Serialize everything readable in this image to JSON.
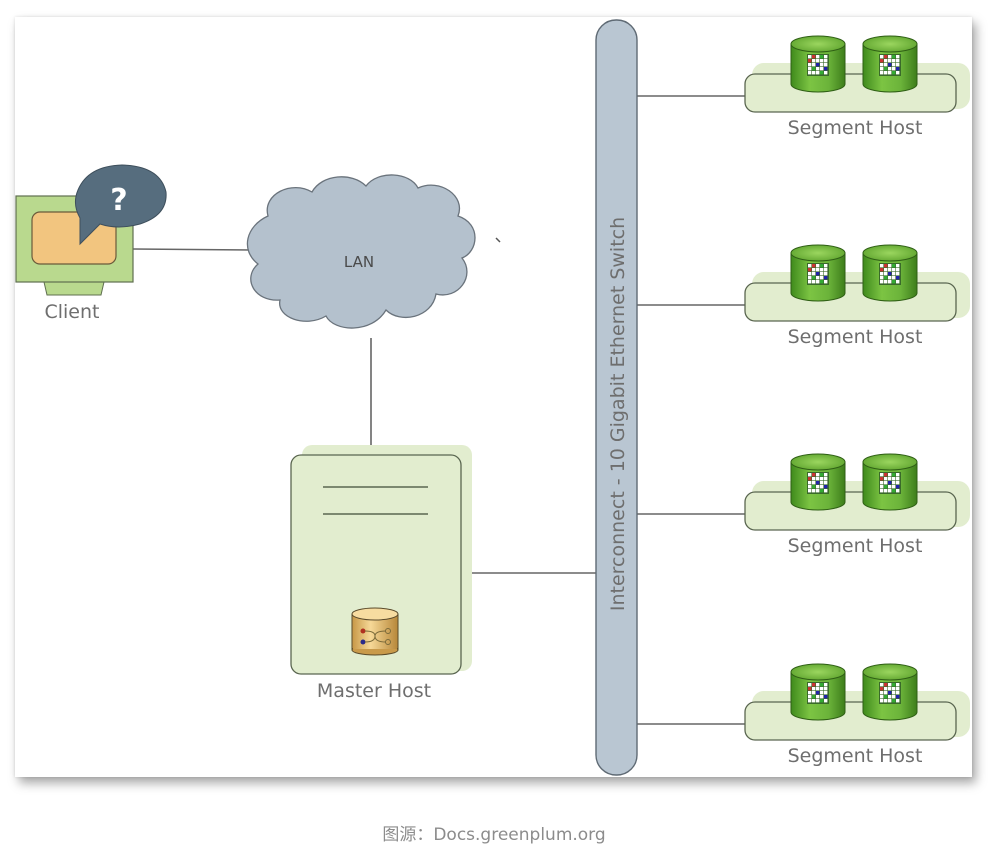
{
  "diagram": {
    "client": {
      "label": "Client",
      "icon": "question-mark-icon",
      "bubble_text": "?"
    },
    "lan": {
      "label": "LAN"
    },
    "master_host": {
      "label": "Master Host",
      "icon": "database-icon"
    },
    "interconnect": {
      "label": "Interconnect - 10 Gigabit Ethernet Switch"
    },
    "segment_hosts": [
      {
        "label": "Segment Host",
        "disk_count": 2
      },
      {
        "label": "Segment Host",
        "disk_count": 2
      },
      {
        "label": "Segment Host",
        "disk_count": 2
      },
      {
        "label": "Segment Host",
        "disk_count": 2
      }
    ],
    "colors": {
      "host_fill": "#e2edcf",
      "host_stroke": "#5a6650",
      "switch_fill": "#b9c6d2",
      "cloud_fill": "#b4c1cd",
      "disk_green": "#6bb33a",
      "bubble": "#566d7e",
      "screen": "#f2c57f",
      "monitor": "#b9d98e"
    }
  },
  "caption": "图源：Docs.greenplum.org"
}
